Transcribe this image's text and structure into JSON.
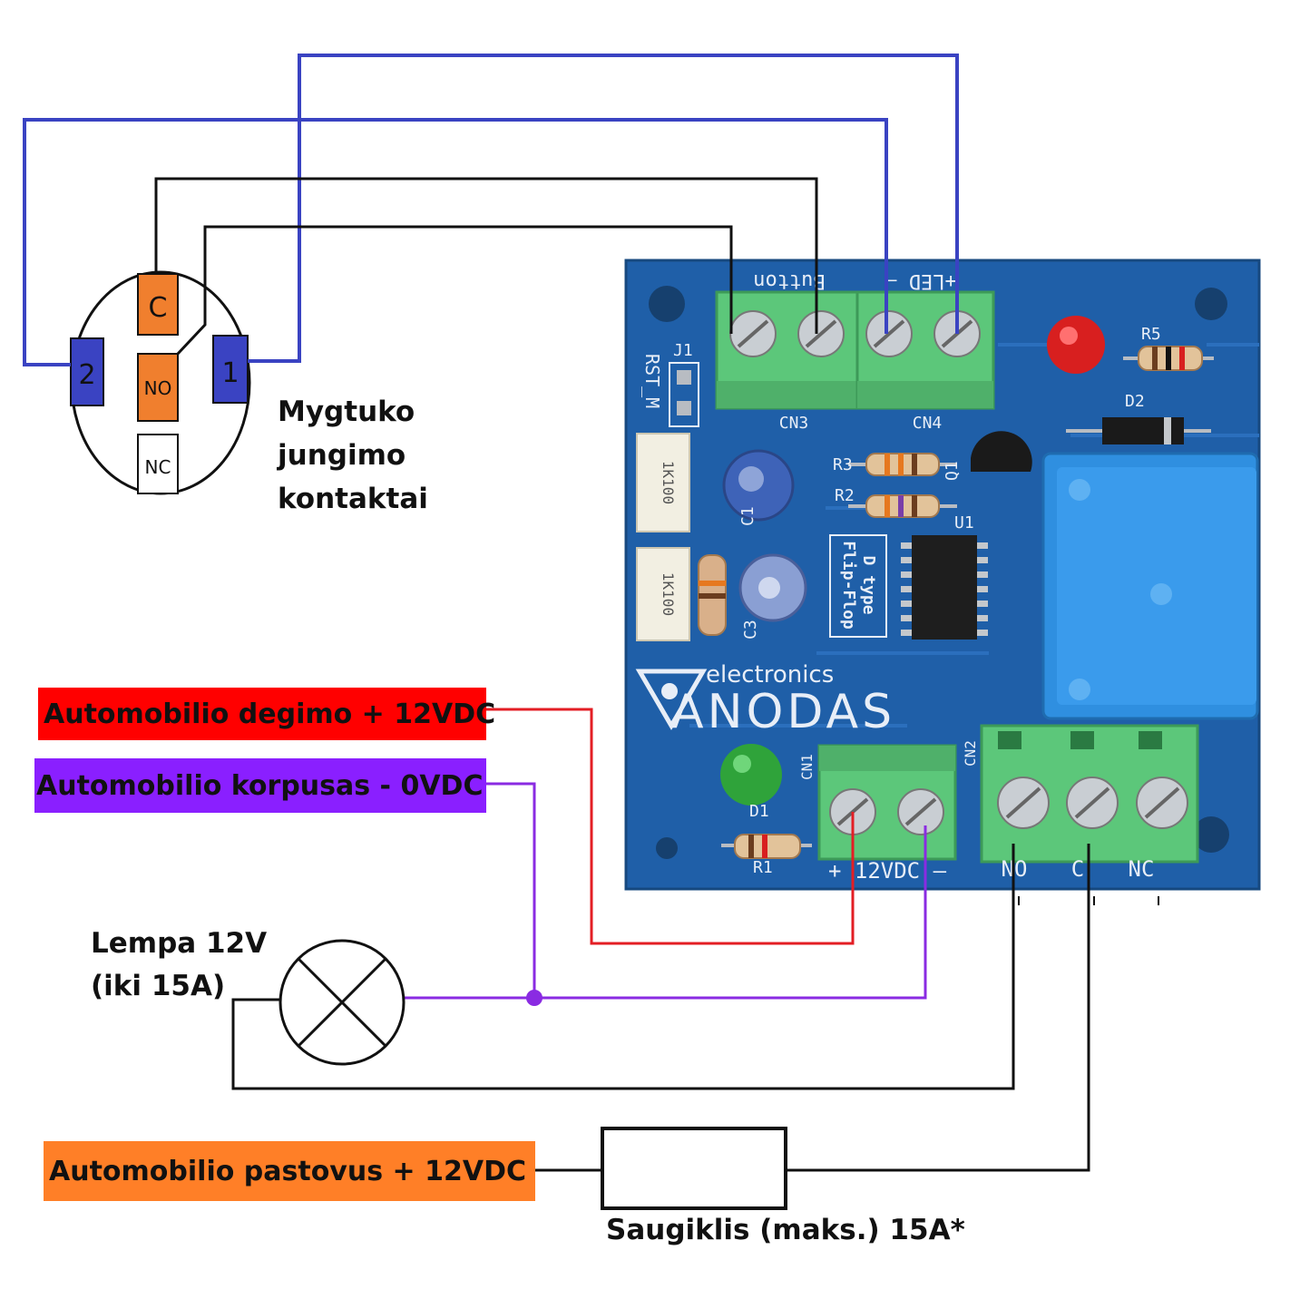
{
  "button_diagram": {
    "terminal_c": "C",
    "terminal_no": "NO",
    "terminal_nc": "NC",
    "terminal_2": "2",
    "terminal_1": "1",
    "caption": [
      "Mygtuko",
      "jungimo",
      "kontaktai"
    ]
  },
  "board": {
    "header_label": "Button",
    "led_label": "+LED –",
    "j1_label": "J1",
    "rst_label": "RST_M",
    "cn3_label": "CN3",
    "cn4_label": "CN4",
    "r5_label": "R5",
    "d2_label": "D2",
    "r3_label": "R3",
    "r2_label": "R2",
    "q1_label": "Q1",
    "u1_label": "U1",
    "c1_label": "C1",
    "c3_label": "C3",
    "ic_note": [
      "D type",
      "Flip-Flop"
    ],
    "brand_small": "electronics",
    "brand_big": "ANODAS",
    "cn1_label": "CN1",
    "cn2_label": "CN2",
    "d1_label": "D1",
    "r1_label": "R1",
    "power_label": "+ 12VDC –",
    "relay_no": "NO",
    "relay_c": "C",
    "relay_nc": "NC",
    "resistor_text": "1K100"
  },
  "labels": {
    "ignition": "Automobilio degimo + 12VDC",
    "ground": "Automobilio korpusas - 0VDC",
    "lamp": [
      "Lempa 12V",
      "(iki 15A)"
    ],
    "permanent": "Automobilio pastovus + 12VDC",
    "fuse": "Saugiklis (maks.) 15A*"
  },
  "colors": {
    "board": "#1f5fa8",
    "terminal": "#5cc77a",
    "blue_wire": "#3a43c2",
    "black_wire": "#111111",
    "red_wire": "#e31e24",
    "purple_wire": "#8a2be2",
    "ignition_bg": "#ff0000",
    "ground_bg": "#8a1fff",
    "permanent_bg": "#ff7f27",
    "contact_orange": "#f07f2e",
    "contact_blue": "#3a43c2",
    "relay": "#2f8fe0"
  }
}
